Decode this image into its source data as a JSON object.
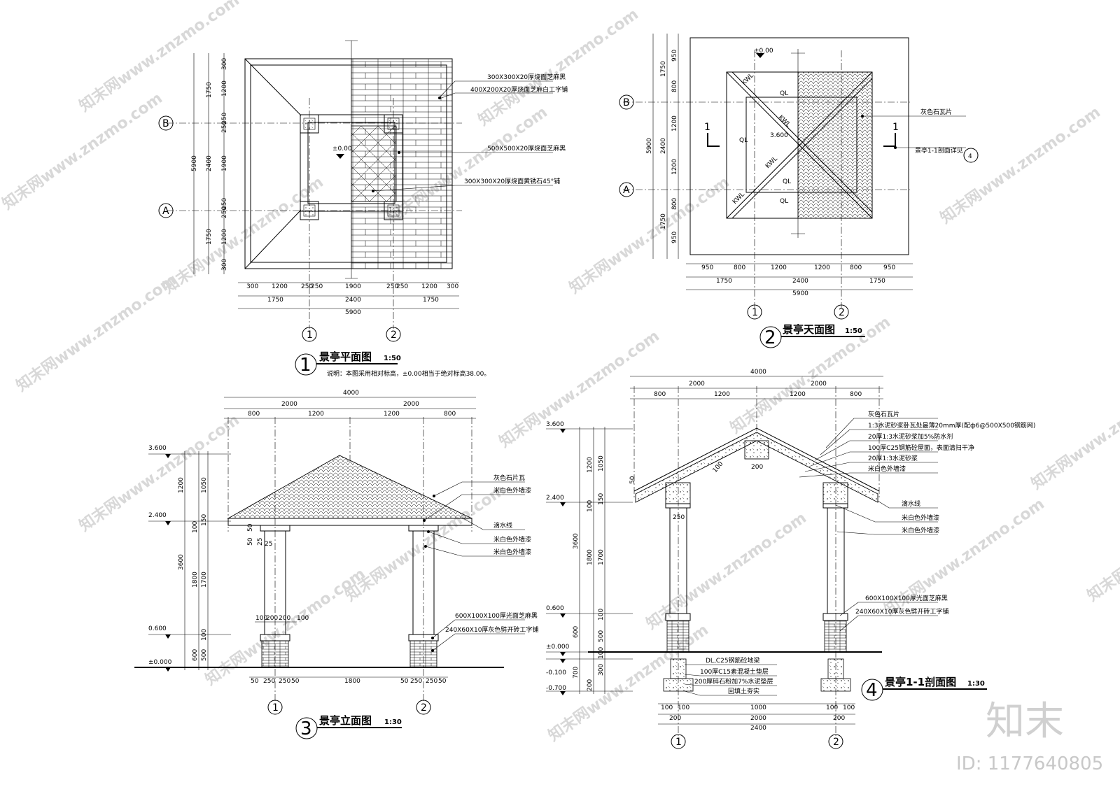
{
  "views": {
    "plan": {
      "title": "景亭平面图",
      "scale": "1:50",
      "num": "1",
      "note": "说明：本图采用相对标高，±0.00相当于绝对标高38.00。",
      "level": "±0.00",
      "labels": [
        "300X300X20厚烧面芝麻黑",
        "400X200X20厚烧面芝麻白工字铺",
        "500X500X20厚烧面芝麻黑",
        "300X300X20厚烧面黄锈石45°铺"
      ],
      "axes_h": [
        "B",
        "A"
      ],
      "axes_v": [
        "1",
        "2"
      ],
      "dims_bottom1": [
        "300",
        "1200",
        "250",
        "250",
        "1900",
        "250",
        "250",
        "1200",
        "300"
      ],
      "dims_bottom2": [
        "1750",
        "2400",
        "1750"
      ],
      "dims_bottom3": "5900",
      "dims_left1": [
        "300",
        "1200",
        "250",
        "250",
        "1900",
        "250",
        "250",
        "1200",
        "300"
      ],
      "dims_left2": [
        "1750",
        "2400",
        "1750"
      ],
      "dims_left3": "5900"
    },
    "roof": {
      "title": "景亭天面图",
      "scale": "1:50",
      "num": "2",
      "level": "±0.00",
      "ridge_level": "3.600",
      "tags": [
        "KWL",
        "KWL",
        "KWL",
        "KWL",
        "QL",
        "QL",
        "QL",
        "QL"
      ],
      "labels": [
        "灰色石瓦片",
        "景亭1-1剖面详见"
      ],
      "ref_num": "4",
      "section_mark": "1",
      "axes_h": [
        "B",
        "A"
      ],
      "axes_v": [
        "1",
        "2"
      ],
      "dims_bottom1": [
        "950",
        "800",
        "1200",
        "1200",
        "800",
        "950"
      ],
      "dims_bottom2": [
        "1750",
        "2400",
        "1750"
      ],
      "dims_bottom3": "5900",
      "dims_left1": [
        "950",
        "800",
        "1200",
        "1200",
        "800",
        "950"
      ],
      "dims_left2": [
        "1750",
        "2400",
        "1750"
      ],
      "dims_left3": "5900"
    },
    "elev": {
      "title": "景亭立面图",
      "scale": "1:30",
      "num": "3",
      "levels": [
        "3.600",
        "2.400",
        "0.600",
        "±0.000"
      ],
      "labels": [
        "灰色石片瓦",
        "米白色外墙漆",
        "滴水线",
        "米白色外墙漆",
        "米白色外墙漆",
        "600X100X100厚光面芝麻黑",
        "240X60X10厚灰色劈开砖工字铺"
      ],
      "dims_top1": "4000",
      "dims_top2": [
        "2000",
        "2000"
      ],
      "dims_top3": [
        "800",
        "1200",
        "1200",
        "800"
      ],
      "dims_left1": [
        "1200",
        "3600"
      ],
      "dims_left2": [
        "1050",
        "150",
        "100",
        "1800",
        "1700",
        "100",
        "600",
        "500"
      ],
      "dims_mid": [
        "100",
        "200",
        "200",
        "100"
      ],
      "dims_small": [
        "50",
        "50",
        "25",
        "25"
      ],
      "dims_bottom": [
        "50",
        "250",
        "250",
        "50",
        "1800",
        "50",
        "250",
        "250",
        "50"
      ],
      "axes_v": [
        "1",
        "2"
      ]
    },
    "section": {
      "title": "景亭1-1剖面图",
      "scale": "1:30",
      "num": "4",
      "levels": [
        "3.600",
        "2.400",
        "0.600",
        "±0.000",
        "-0.100",
        "-0.700"
      ],
      "labels": [
        "灰色石瓦片",
        "1:3水泥砂浆卧瓦处最薄20mm厚(配ф6@500X500钢筋网)",
        "20厚1:3水泥砂浆加5%防水剂",
        "100厚C25钢筋砼屋面，表面清扫干净",
        "20厚1:3水泥砂浆",
        "米白色外墙漆",
        "滴水线",
        "米白色外墙漆",
        "米白色外墙漆",
        "600X100X100厚光面芝麻黑",
        "240X60X10厚灰色劈开砖工字铺"
      ],
      "found_labels": [
        "DL,C25钢筋砼地梁",
        "100厚C15素混凝土垫层",
        "200厚碎石粉加7%水泥垫层",
        "回填土夯实"
      ],
      "dims_top1": "4000",
      "dims_top2": [
        "2000",
        "2000"
      ],
      "dims_top3": [
        "800",
        "1200",
        "1200",
        "800"
      ],
      "dims_left1": [
        "1200",
        "3600",
        "600",
        "700"
      ],
      "dims_left2": [
        "1050",
        "150",
        "100",
        "1800",
        "1700",
        "100",
        "500",
        "100",
        "300",
        "200"
      ],
      "dims_misc": [
        "50",
        "100",
        "200",
        "250"
      ],
      "dims_bottom1": [
        "100",
        "100",
        "1000",
        "100",
        "100"
      ],
      "dims_bottom2": [
        "200",
        "2000",
        "200"
      ],
      "dims_bottom3": "2400",
      "axes_v": [
        "1",
        "2"
      ]
    }
  },
  "watermarks": [
    "知末网www.znzmo.com"
  ],
  "brand": {
    "logo": "知末",
    "id": "ID: 1177640805"
  }
}
